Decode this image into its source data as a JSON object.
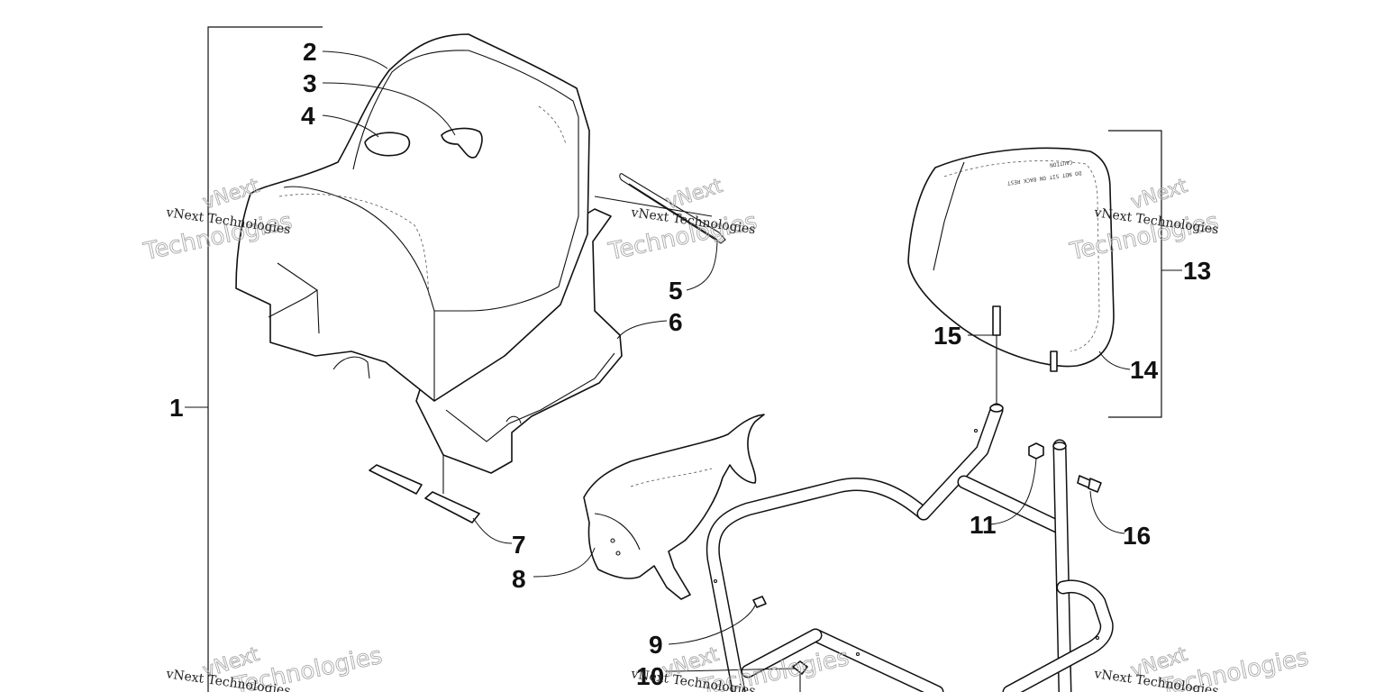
{
  "callouts": {
    "c1": "1",
    "c2": "2",
    "c3": "3",
    "c4": "4",
    "c5": "5",
    "c6": "6",
    "c7": "7",
    "c8": "8",
    "c9": "9",
    "c10": "10",
    "c11": "11",
    "c13": "13",
    "c14": "14",
    "c15": "15",
    "c16": "16"
  },
  "watermark": {
    "line": "vNext Technologies",
    "word1": "vNext",
    "word2": "Technologies"
  },
  "headrest_print": {
    "line1": "CAUTION",
    "line2": "DO NOT SIT ON BACK REST"
  },
  "colors": {
    "ink": "#111111",
    "background": "#ffffff",
    "watermark_outline": "#aaaaaa"
  }
}
